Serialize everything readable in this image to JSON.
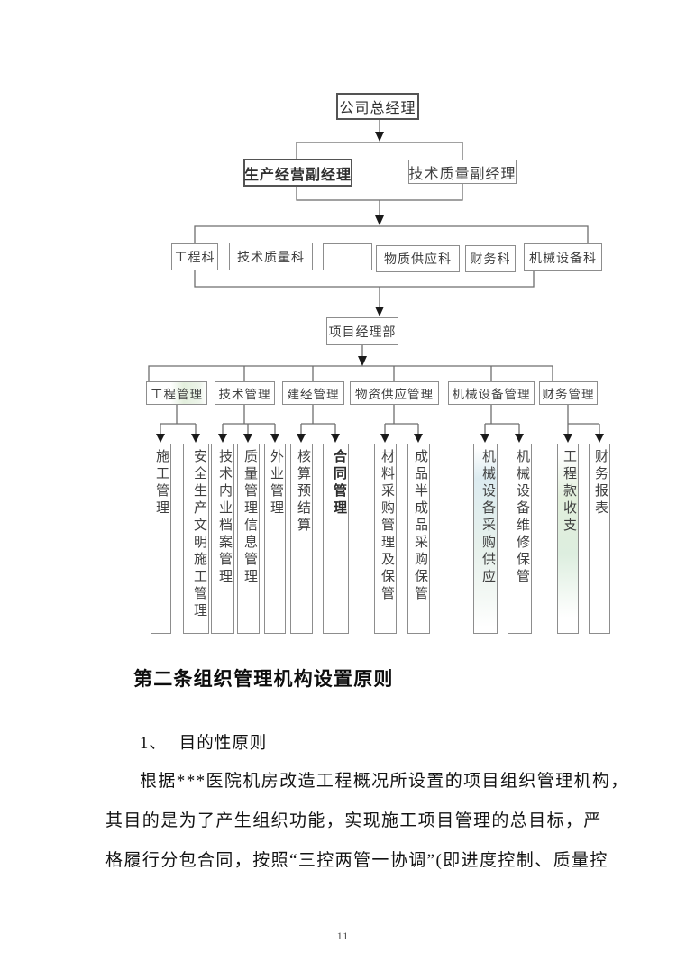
{
  "org": {
    "ceo": {
      "label": "公司总经理"
    },
    "deputies": [
      {
        "label": "生产经营副经理"
      },
      {
        "label": "技术质量副经理"
      }
    ],
    "departments": [
      {
        "label": "工程科"
      },
      {
        "label": "技术质量科"
      },
      {
        "label": ""
      },
      {
        "label": "物质供应科"
      },
      {
        "label": "财务科"
      },
      {
        "label": "机械设备科"
      }
    ],
    "project_office": {
      "label": "项目经理部"
    },
    "divisions": [
      {
        "label": "工程管理"
      },
      {
        "label": "技术管理"
      },
      {
        "label": "建经管理"
      },
      {
        "label": "物资供应管理"
      },
      {
        "label": "机械设备管理"
      },
      {
        "label": "财务管理"
      }
    ],
    "functions": [
      {
        "label": "施工管理"
      },
      {
        "label": "安全生产文明施工管理"
      },
      {
        "label": "技术内业档案管理"
      },
      {
        "label": "质量管理信息管理"
      },
      {
        "label": "外业管理"
      },
      {
        "label": "核算预结算"
      },
      {
        "label": "合同管理"
      },
      {
        "label": "材料采购管理及保管"
      },
      {
        "label": "成品半成品采购保管"
      },
      {
        "label": "机械设备采购供应"
      },
      {
        "label": "机械设备维修保管"
      },
      {
        "label": "工程款收支"
      },
      {
        "label": "财务报表"
      }
    ]
  },
  "content": {
    "heading": "第二条组织管理机构设置原则",
    "list_number": "1、",
    "list_title": "目的性原则",
    "para_line1": "根据***医院机房改造工程概况所设置的项目组织管理机构，",
    "para_line2": "其目的是为了产生组织功能，实现施工项目管理的总目标，严",
    "para_line3": "格履行分包合同，按照“三控两管一协调”(即进度控制、质量控"
  },
  "footer": {
    "page_number": "11"
  },
  "colors": {
    "line": "#6e6e6e",
    "arrow": "#1a1a1a",
    "box_border": "#8d8d8d",
    "highlight_green": "#e2efdc",
    "highlight_blue": "#dcebf0"
  }
}
